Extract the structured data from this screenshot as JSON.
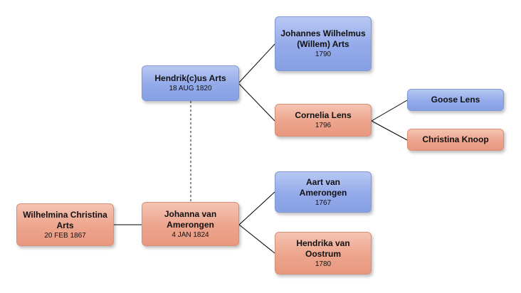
{
  "people": {
    "wilhelmina": {
      "name": "Wilhelmina Christina Arts",
      "date": "20 FEB 1867",
      "sex": "female"
    },
    "hendrik": {
      "name": "Hendrik(c)us Arts",
      "date": "18 AUG 1820",
      "sex": "male"
    },
    "johanna": {
      "name": "Johanna van Amerongen",
      "date": "4 JAN 1824",
      "sex": "female"
    },
    "johannes": {
      "name": "Johannes Wilhelmus (Willem) Arts",
      "date": "1790",
      "sex": "male"
    },
    "cornelia": {
      "name": "Cornelia Lens",
      "date": "1796",
      "sex": "female"
    },
    "goose": {
      "name": "Goose Lens",
      "date": "",
      "sex": "male"
    },
    "christina_knoop": {
      "name": "Christina Knoop",
      "date": "",
      "sex": "female"
    },
    "aart": {
      "name": "Aart van Amerongen",
      "date": "1767",
      "sex": "male"
    },
    "hendrika": {
      "name": "Hendrika van Oostrum",
      "date": "1780",
      "sex": "female"
    }
  },
  "colors": {
    "male": "#93aaea",
    "female": "#eda48d",
    "line": "#000000",
    "marriage_line": "#666666"
  }
}
